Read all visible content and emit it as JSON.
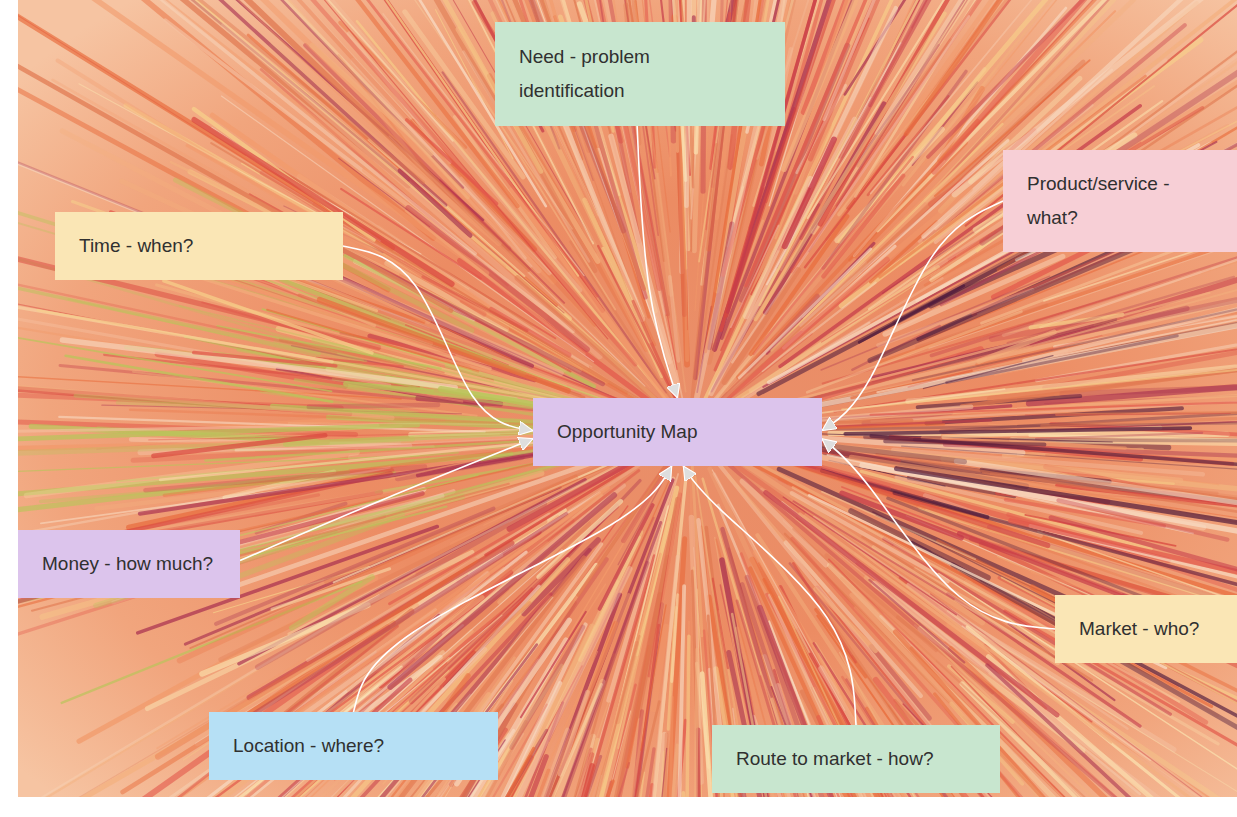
{
  "diagram": {
    "nodes": [
      {
        "text": [
          "Need - problem identification"
        ]
      },
      {
        "text": [
          "Product/service - what?"
        ]
      },
      {
        "text": [
          "Time - when?"
        ]
      },
      {
        "text": [
          "Opportunity Map"
        ]
      },
      {
        "text": [
          "Money - how much?"
        ]
      },
      {
        "text": [
          "Market - who?"
        ]
      },
      {
        "text": [
          "Location - where?"
        ]
      },
      {
        "text": [
          "Route to market - how?"
        ]
      }
    ],
    "edges": [
      {
        "from": 0,
        "to": 3,
        "arrow": "to"
      },
      {
        "from": 1,
        "to": 3,
        "arrow": "to"
      },
      {
        "from": 2,
        "to": 3,
        "arrow": "to"
      },
      {
        "from": 4,
        "to": 3,
        "arrow": "to"
      },
      {
        "from": 5,
        "to": 3,
        "arrow": "to"
      },
      {
        "from": 6,
        "to": 3,
        "arrow": "to"
      },
      {
        "from": 7,
        "to": 3,
        "arrow": "to"
      }
    ]
  }
}
